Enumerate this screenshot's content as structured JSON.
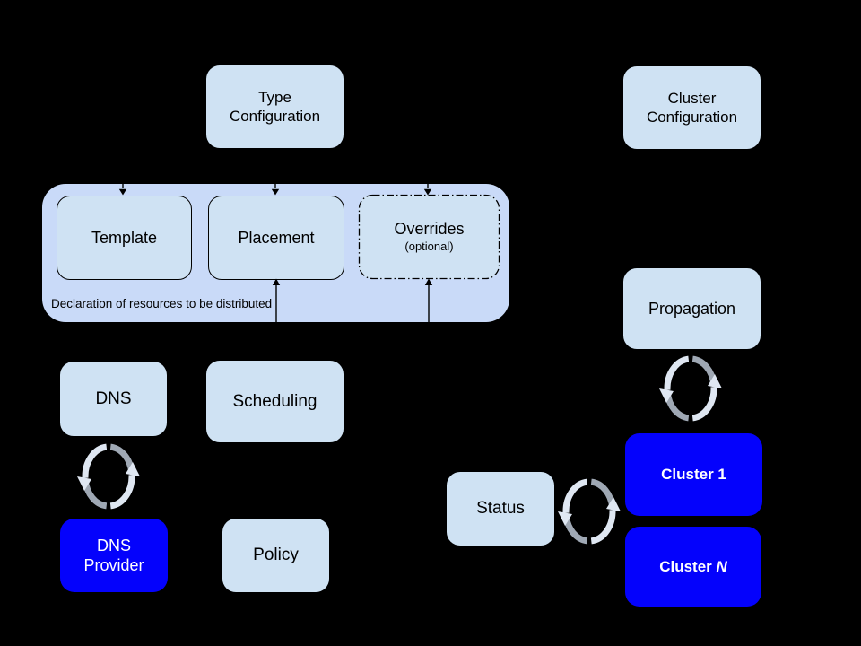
{
  "colors": {
    "background": "#000000",
    "box_light": "#cfe2f3",
    "container_fill": "#c9daf8",
    "box_blue": "#0402fc",
    "border_dark": "#000000",
    "text_dark": "#000000",
    "text_light": "#ffffff",
    "arrow": "#000000",
    "sync_light": "#dfe7f2",
    "sync_gray": "#9fa8b4"
  },
  "nodes": {
    "type_configuration": "Type Configuration",
    "cluster_configuration": "Cluster Configuration",
    "template": "Template",
    "placement": "Placement",
    "overrides_title": "Overrides",
    "overrides_note": "(optional)",
    "declaration_caption": "Declaration of resources to be distributed",
    "dns": "DNS",
    "scheduling": "Scheduling",
    "dns_provider": "DNS Provider",
    "policy": "Policy",
    "status": "Status",
    "propagation": "Propagation",
    "cluster_1": "Cluster 1",
    "cluster_n_prefix": "Cluster",
    "cluster_n_variable": "N"
  }
}
